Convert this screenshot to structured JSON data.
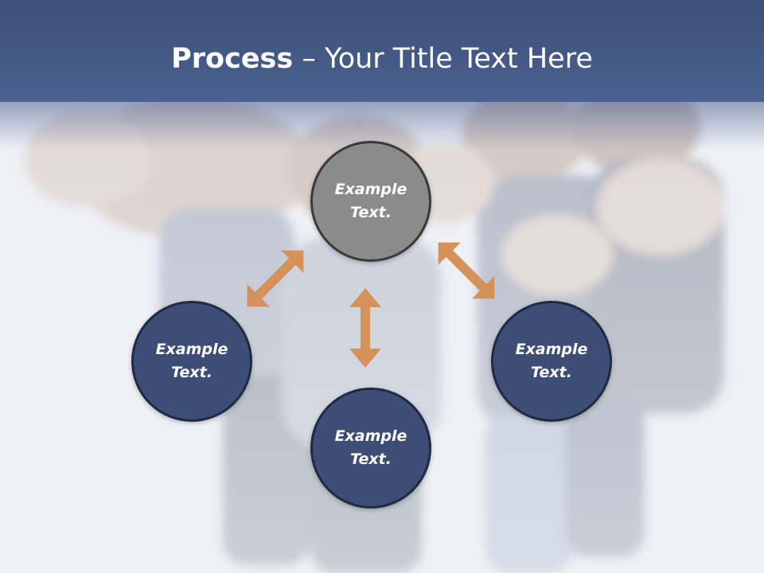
{
  "title": {
    "bold": "Process",
    "rest": " – Your Title Text Here"
  },
  "nodes": {
    "top": "Example Text.",
    "left": "Example Text.",
    "right": "Example Text.",
    "bottom": "Example Text."
  },
  "colors": {
    "header": "#465b88",
    "node_blue": "#3d4d76",
    "node_gray": "#8b8b8b",
    "arrow": "#d4925a"
  }
}
